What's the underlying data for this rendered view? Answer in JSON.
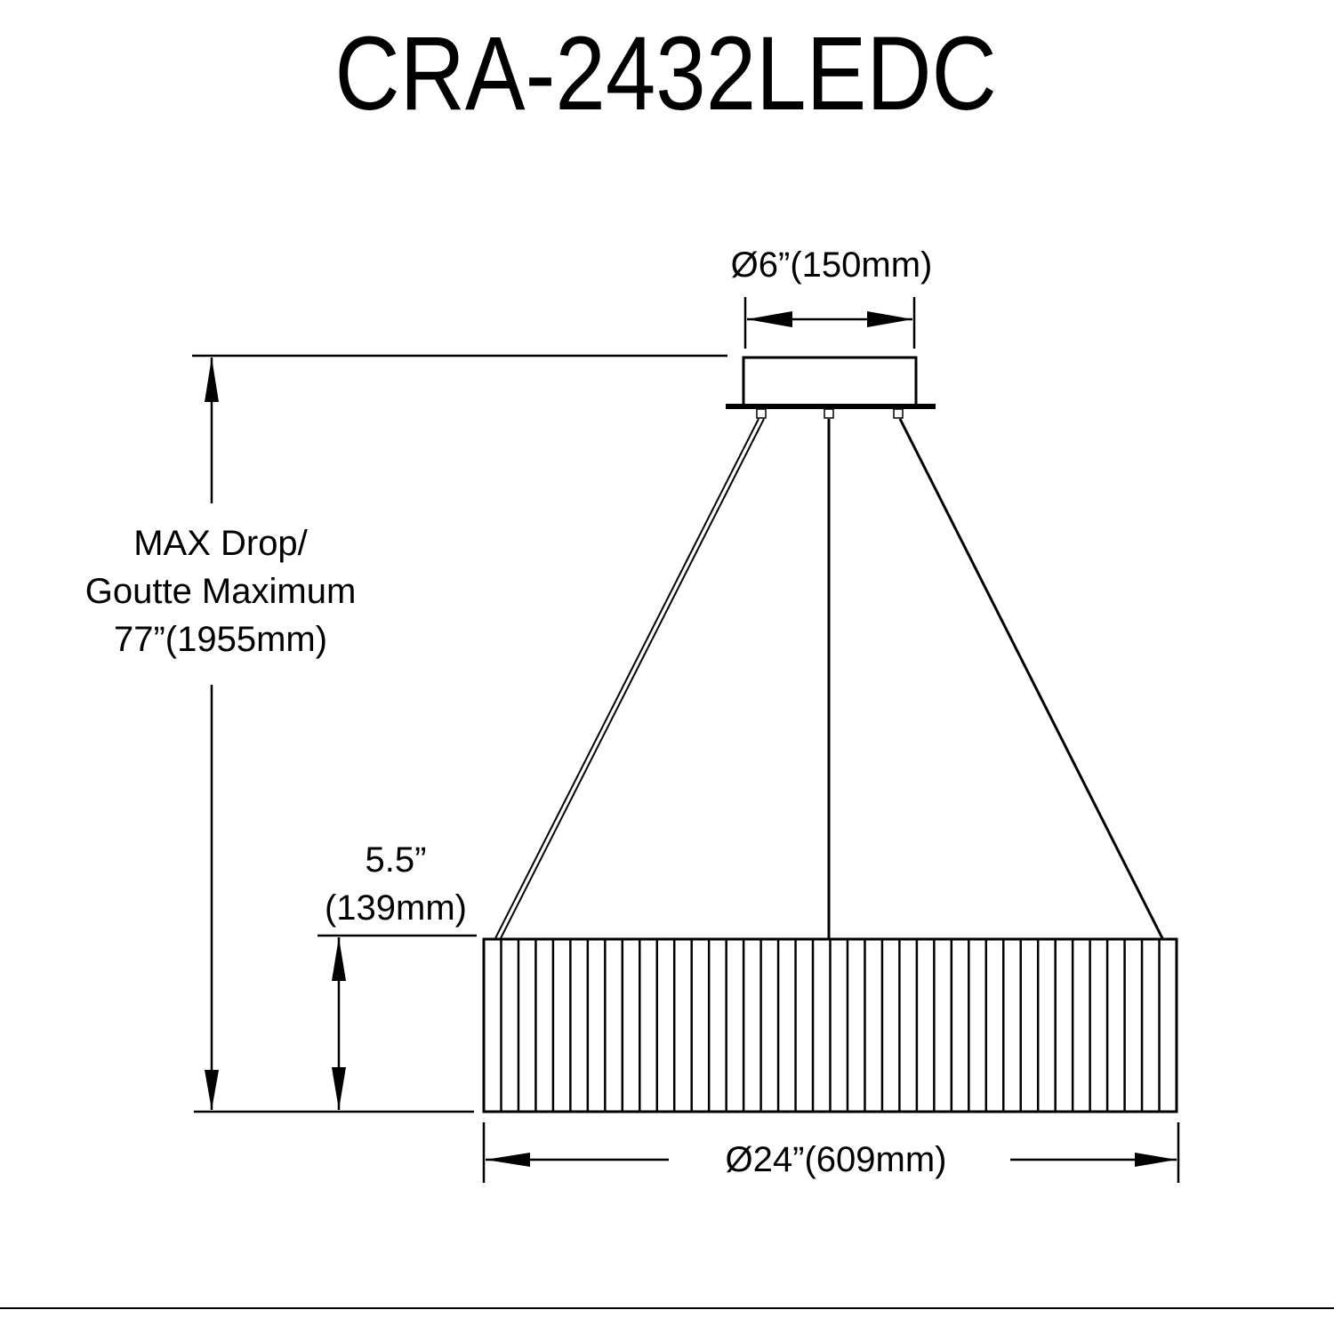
{
  "title": "CRA-2432LEDC",
  "dimensions": {
    "canopy_diameter": "Ø6”(150mm)",
    "max_drop_line1": "MAX Drop/",
    "max_drop_line2": "Goutte Maximum",
    "max_drop_line3": "77”(1955mm)",
    "fixture_height_line1": "5.5”",
    "fixture_height_line2": "(139mm)",
    "fixture_diameter": "Ø24”(609mm)"
  },
  "drawing": {
    "line_color": "#000000",
    "background": "#ffffff",
    "ring_segments": 40
  }
}
